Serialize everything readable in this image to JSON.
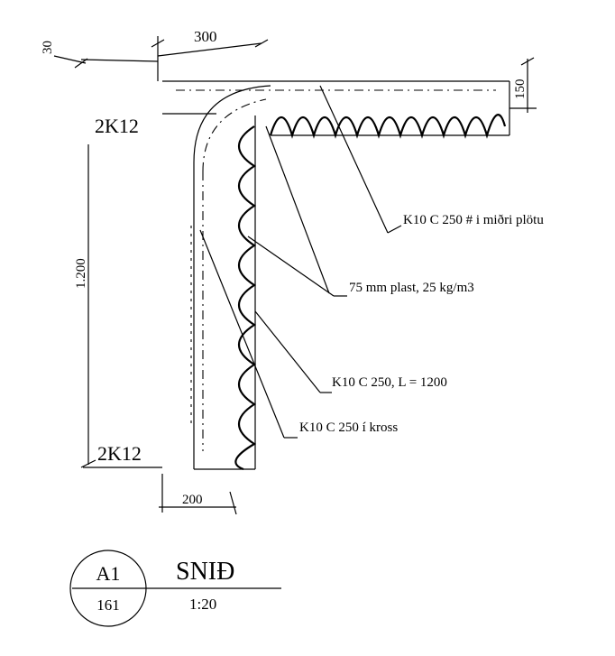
{
  "drawing": {
    "dimensions": {
      "top_width": "300",
      "top_offset": "30",
      "right_height": "150",
      "wall_height": "1.200",
      "bottom_width": "200"
    },
    "rebar_top": "2K12",
    "rebar_bottom": "2K12",
    "callouts": [
      "K10 C 250  # i miðri plötu",
      "75 mm plast, 25 kg/m3",
      "K10 C 250, L = 1200",
      "K10 C 250 í kross"
    ]
  },
  "title_block": {
    "detail_number": "A1",
    "sheet_number": "161",
    "title": "SNIÐ",
    "scale": "1:20"
  }
}
